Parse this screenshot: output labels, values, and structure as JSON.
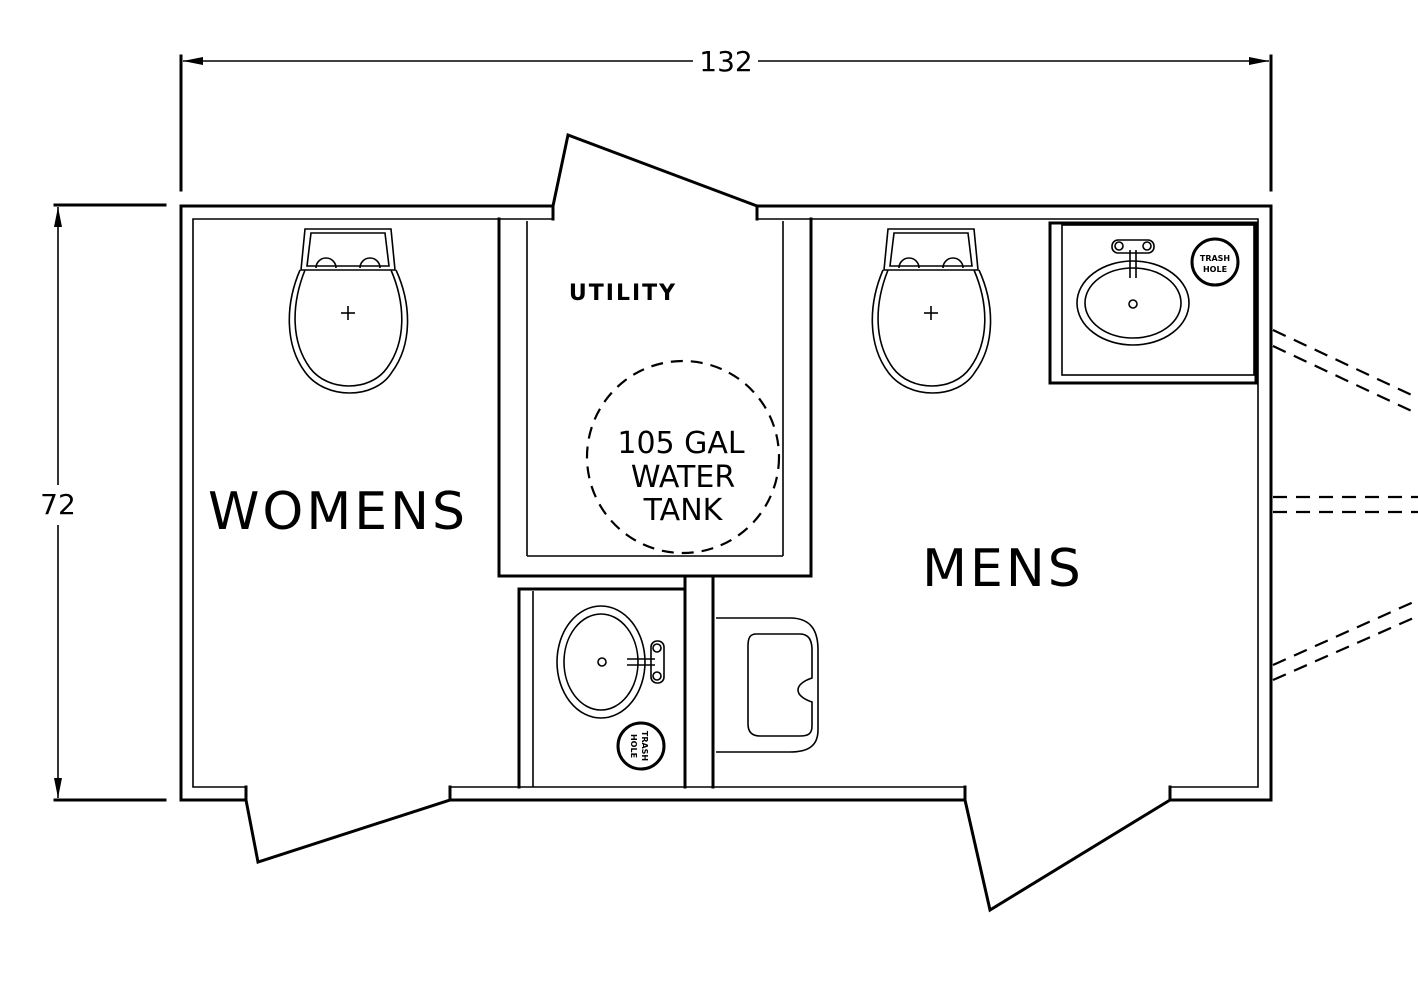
{
  "dimensions": {
    "width": "132",
    "depth": "72"
  },
  "rooms": {
    "womens": "WOMENS",
    "mens": "MENS",
    "utility": "UTILITY"
  },
  "water_tank": {
    "line1": "105  GAL",
    "line2": "WATER",
    "line3": "TANK"
  },
  "trash_hole": {
    "line1": "TRASH",
    "line2": "HOLE"
  },
  "icons": [
    "toilet-icon",
    "sink-icon",
    "urinal-icon",
    "trash-hole-icon",
    "door-swing-icon",
    "hitch-icon"
  ]
}
